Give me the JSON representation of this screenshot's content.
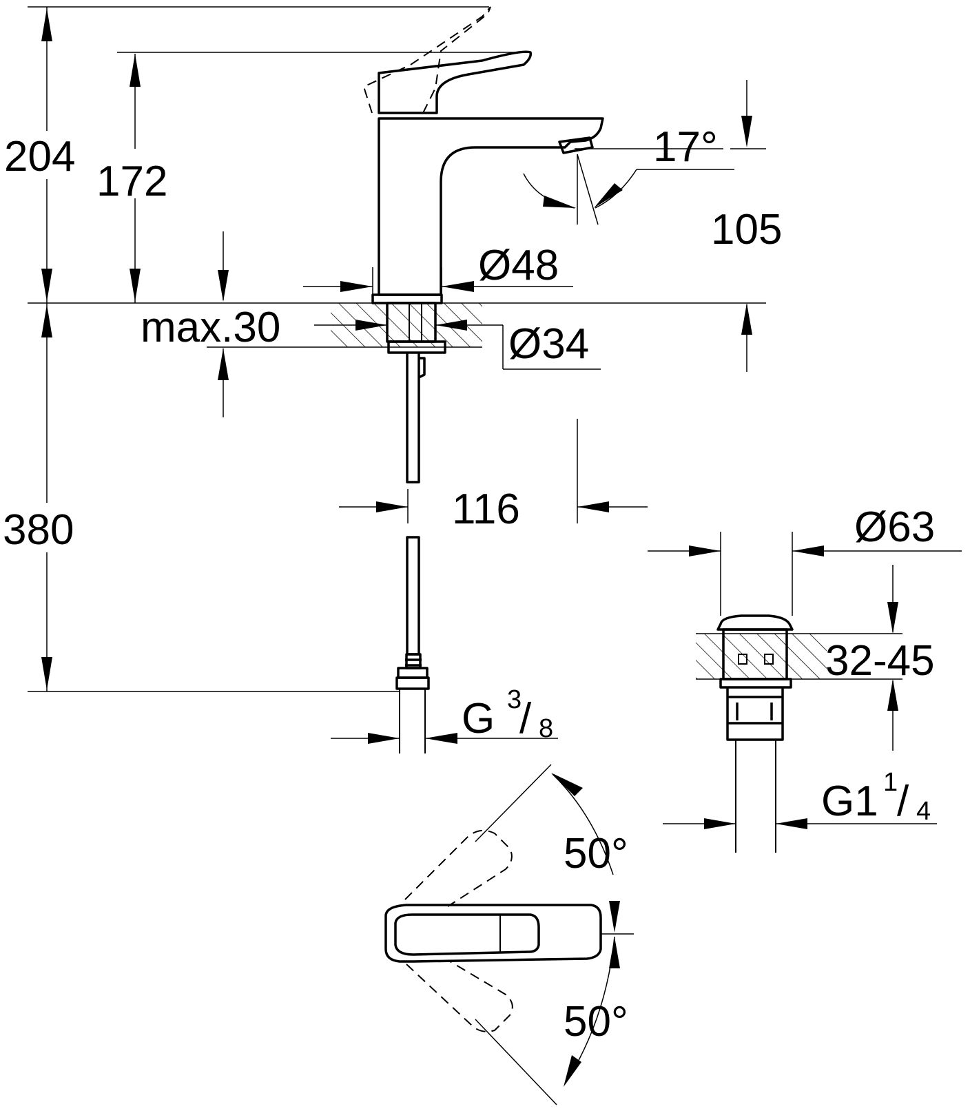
{
  "dimensions": {
    "overall_height": "204",
    "spout_height": "172",
    "spout_reach": "105",
    "spout_angle": "17°",
    "base_diameter": "Ø48",
    "hole_diameter": "Ø34",
    "max_deck_thickness": "max.30",
    "hose_length": "380",
    "hole_center_distance": "116",
    "supply_thread": {
      "main": "G",
      "num": "3",
      "den": "8"
    },
    "waste_diameter": "Ø63",
    "waste_deck_range": "32-45",
    "waste_thread": {
      "main": "G1",
      "num": "1",
      "den": "4"
    },
    "lever_rotation_up": "50°",
    "lever_rotation_down": "50°"
  }
}
